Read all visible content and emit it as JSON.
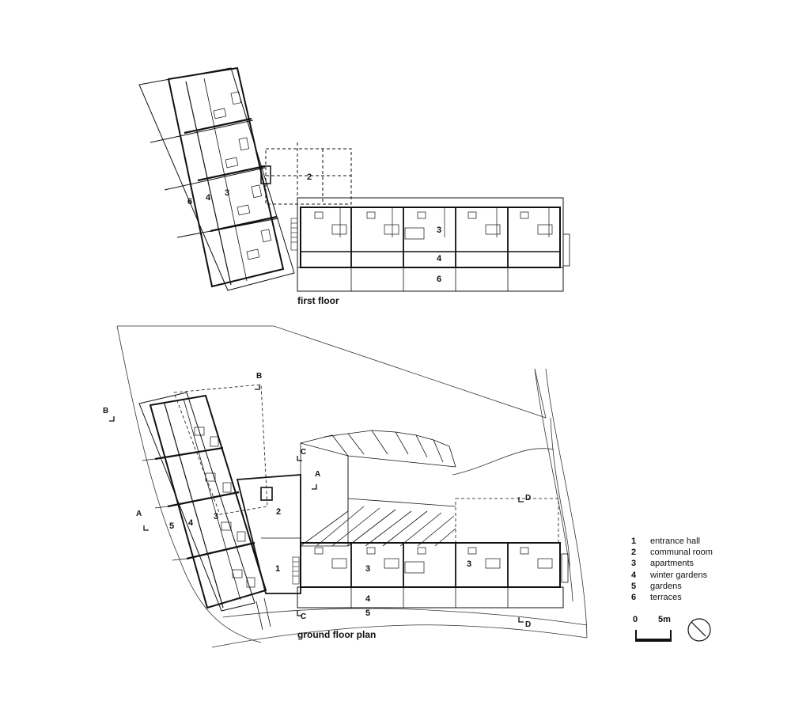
{
  "floors": {
    "first": {
      "title": "first floor"
    },
    "ground": {
      "title": "ground floor plan"
    }
  },
  "first_floor_labels": [
    "2",
    "6",
    "4",
    "3",
    "3",
    "4",
    "6"
  ],
  "ground_floor_labels": [
    "2",
    "5",
    "4",
    "3",
    "1",
    "3",
    "3",
    "4",
    "5"
  ],
  "section_markers": [
    "B",
    "B",
    "A",
    "A",
    "C",
    "C",
    "D",
    "D"
  ],
  "legend": [
    {
      "num": "1",
      "label": "entrance hall"
    },
    {
      "num": "2",
      "label": "communal room"
    },
    {
      "num": "3",
      "label": "apartments"
    },
    {
      "num": "4",
      "label": "winter gardens"
    },
    {
      "num": "5",
      "label": "gardens"
    },
    {
      "num": "6",
      "label": "terraces"
    }
  ],
  "scale": {
    "start": "0",
    "end": "5m"
  },
  "colors": {
    "ink": "#111111",
    "light": "#888888",
    "paper": "#ffffff"
  },
  "icons": {
    "north": "north-arrow-icon"
  }
}
